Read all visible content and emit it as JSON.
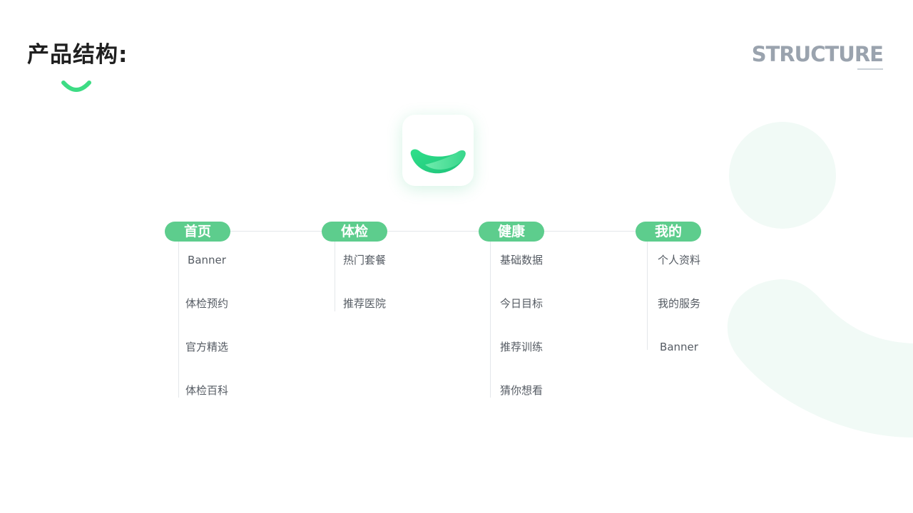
{
  "header": {
    "title": "产品结构:",
    "brand_word": "STRUCTURE"
  },
  "colors": {
    "accent": "#5dcd8d",
    "deco": "#f1faf6"
  },
  "app_icon": {
    "icon": "smile-logo-icon"
  },
  "columns": [
    {
      "label": "首页",
      "items": [
        "Banner",
        "体检预约",
        "官方精选",
        "体检百科"
      ]
    },
    {
      "label": "体检",
      "items": [
        "热门套餐",
        "推荐医院"
      ]
    },
    {
      "label": "健康",
      "items": [
        "基础数据",
        "今日目标",
        "推荐训练",
        "猜你想看"
      ]
    },
    {
      "label": "我的",
      "items": [
        "个人资料",
        "我的服务",
        "Banner"
      ]
    }
  ]
}
